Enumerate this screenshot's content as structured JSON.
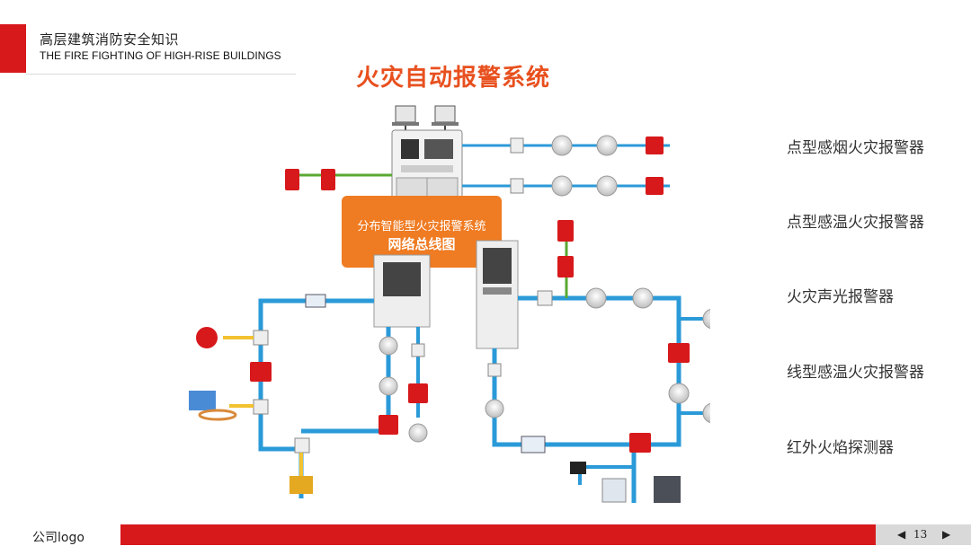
{
  "header": {
    "title_cn": "高层建筑消防安全知识",
    "title_en": "THE FIRE FIGHTING OF HIGH-RISE BUILDINGS"
  },
  "main_title": "火灾自动报警系统",
  "diagram": {
    "central_label_line1": "分布智能型火灾报警系统",
    "central_label_line2": "网络总线图"
  },
  "legend": [
    "点型感烟火灾报警器",
    "点型感温火灾报警器",
    "火灾声光报警器",
    "线型感温火灾报警器",
    "红外火焰探测器"
  ],
  "footer": {
    "logo": "公司logo",
    "prev_icon": "◀",
    "next_icon": "▶",
    "page": "13"
  },
  "colors": {
    "accent_red": "#d7191c",
    "title_orange": "#e8501e",
    "bus_blue": "#2b9ad8",
    "bus_green": "#5aa832",
    "bus_yellow": "#f2c230"
  }
}
